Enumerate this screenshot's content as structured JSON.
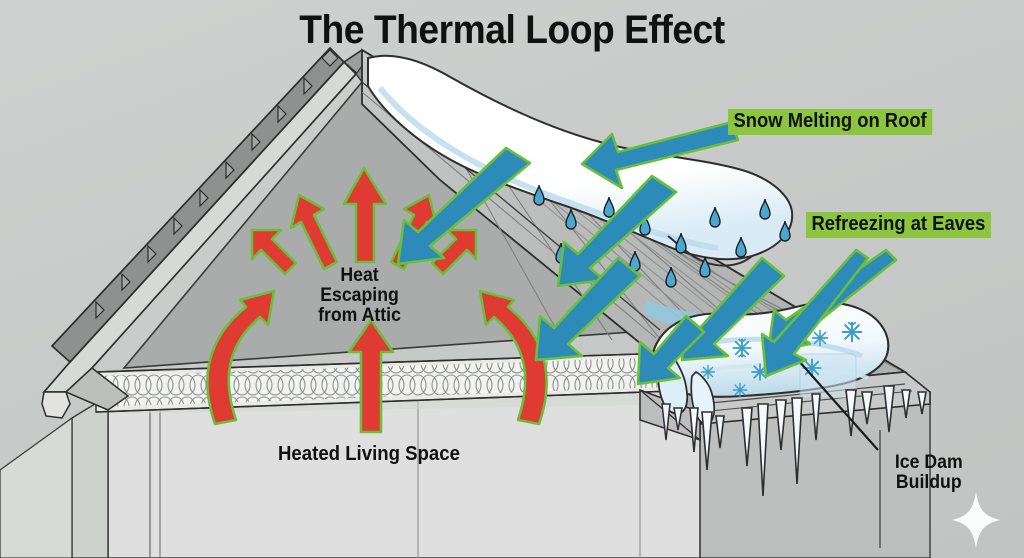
{
  "title": "The Thermal Loop Effect",
  "background_color": "#c9cbca",
  "palette": {
    "heat_arrow_fill": "#e03b33",
    "heat_arrow_stroke": "#6abf3a",
    "water_arrow_fill": "#2d8bba",
    "water_arrow_stroke": "#6abf3a",
    "highlight_green": "#8cc63f",
    "snow_white": "#ffffff",
    "ice_blue": "#cfe6f2",
    "shingle_gray": "#b9bbba",
    "wall_light": "#dedfde",
    "droplet_blue": "#4aa8cf",
    "snowflake_blue": "#3d9dc8",
    "outline_black": "#1a1a1a"
  },
  "labels": {
    "snow_melting": {
      "text": "Snow Melting on Roof",
      "highlight": true
    },
    "refreezing": {
      "text": "Refreezing at Eaves",
      "highlight": true
    },
    "heat_escaping": {
      "line1": "Heat Escaping",
      "line2": "from Attic",
      "highlight": false
    },
    "heated_living_space": {
      "text": "Heated Living Space",
      "highlight": false
    },
    "ice_dam": {
      "line1": "Ice Dam",
      "line2": "Buildup",
      "highlight": false
    }
  },
  "elements": {
    "house": "gable-roof-cutaway",
    "attic": "open-attic-cavity",
    "insulation": "attic-floor-insulation-batt",
    "roof_snow": "snow-blanket-on-upper-roof",
    "shingles": "asphalt-shingle-courses",
    "gutter": "eave-gutter",
    "icicles": "hanging-icicles",
    "ice_dam_mass": "ice-dam-at-eave",
    "sparkle": "sparkle-star"
  },
  "counts": {
    "heat_arrows_fan": 5,
    "heat_arrows_curved": 2,
    "heat_arrows_straight": 1,
    "water_arrows": 6,
    "pointer_arrows": 3,
    "droplets": 14,
    "snowflakes": 8,
    "icicles": 13
  }
}
